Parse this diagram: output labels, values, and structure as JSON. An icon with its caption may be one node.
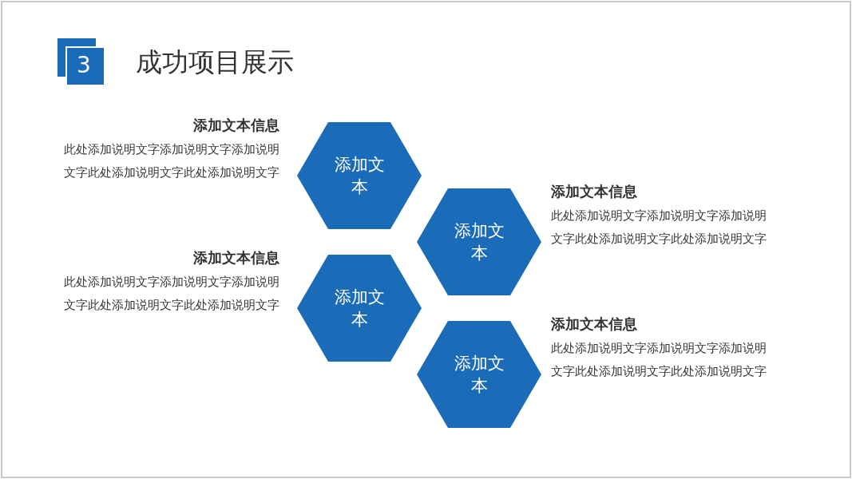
{
  "diagram": {
    "title": "成功项目展示",
    "nodes": [
      {
        "text": [
          "3"
        ]
      },
      {
        "text": [
          "添加文本"
        ],
        "beside": [
          "添加文本信息",
          "此处添加说明文字添加说明文字添加说明文字此处添加说明文字此处添加说明文字"
        ]
      },
      {
        "text": [
          "添加文本"
        ],
        "beside": [
          "添加文本信息",
          "此处添加说明文字添加说明文字添加说明文字此处添加说明文字此处添加说明文字"
        ]
      },
      {
        "text": [
          "添加文本"
        ],
        "beside": [
          "添加文本信息",
          "此处添加说明文字添加说明文字添加说明文字此处添加说明文字此处添加说明文字"
        ]
      },
      {
        "text": [
          "添加文本"
        ],
        "beside": [
          "添加文本信息",
          "此处添加说明文字添加说明文字添加说明文字此处添加说明文字此处添加说明文字"
        ]
      }
    ]
  }
}
